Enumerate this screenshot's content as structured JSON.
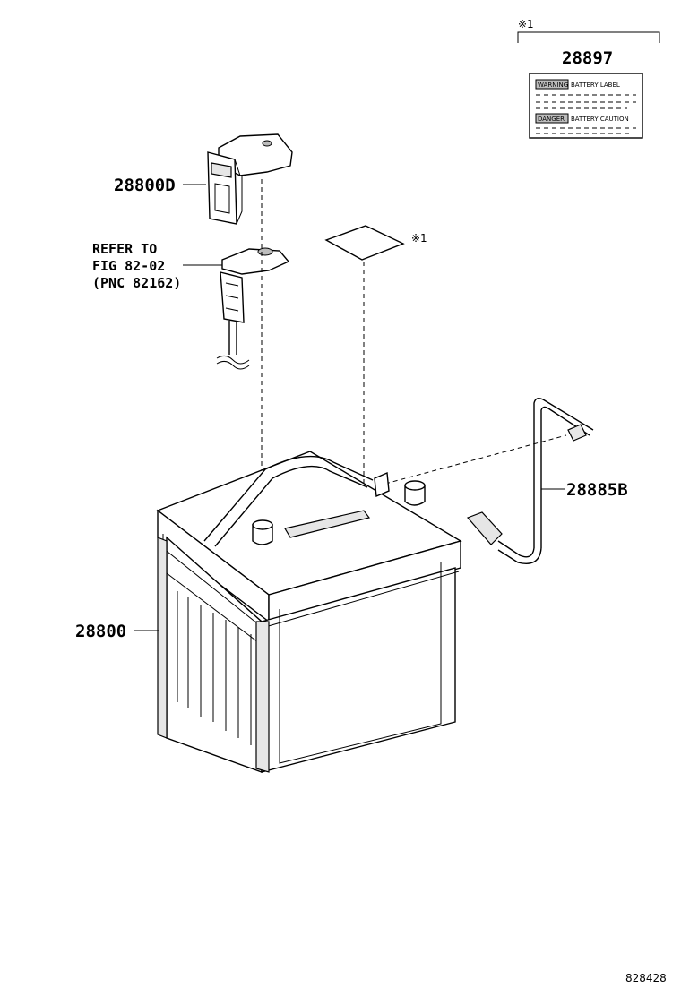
{
  "parts": {
    "cover": "28800D",
    "label_kit": "28897",
    "vent_tube": "28885B",
    "battery": "28800"
  },
  "reference": {
    "line1": "REFER TO",
    "line2": "FIG 82-02",
    "line3": "(PNC 82162)"
  },
  "note_mark": {
    "top": "※1",
    "side": "※1"
  },
  "label_card": {
    "row1_title": "WARNING",
    "row1_text": "BATTERY LABEL",
    "row2_title": "DANGER",
    "row2_text": "BATTERY CAUTION"
  },
  "figure_code": "828428"
}
